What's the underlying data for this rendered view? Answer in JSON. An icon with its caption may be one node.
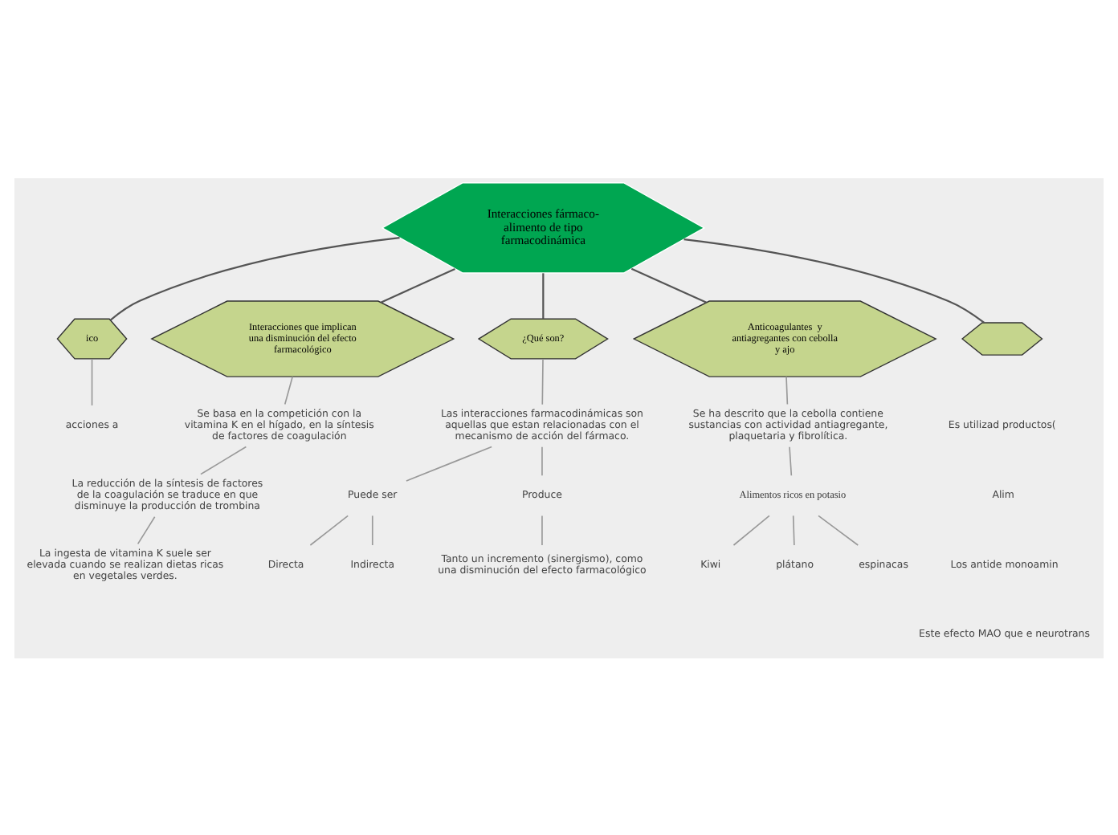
{
  "diagram": {
    "nodes": [
      {
        "text": [
          "Interacciones fármaco-alimento de tipo farmacodinámica"
        ]
      },
      {
        "text": [
          "ico"
        ]
      },
      {
        "text": [
          "acciones a"
        ]
      },
      {
        "text": [
          "Interacciones que implican una disminución del efecto farmacológico"
        ]
      },
      {
        "text": [
          "Se basa en la competición con la vitamina K en el hígado, en la síntesis de factores de coagulación"
        ]
      },
      {
        "text": [
          "La reducción de la síntesis de factores de la coagulación se traduce en que disminuye la producción de trombina"
        ]
      },
      {
        "text": [
          "La ingesta de vitamina K suele ser elevada cuando se realizan dietas ricas en vegetales verdes."
        ]
      },
      {
        "text": [
          "¿Qué son?"
        ]
      },
      {
        "text": [
          "Las interacciones farmacodinámicas son aquellas que estan relacionadas con el mecanismo de acción del fármaco."
        ]
      },
      {
        "text": [
          "Puede ser"
        ]
      },
      {
        "text": [
          "Produce"
        ]
      },
      {
        "text": [
          "Directa"
        ]
      },
      {
        "text": [
          "Indirecta"
        ]
      },
      {
        "text": [
          "Tanto un incremento (sinergismo), como una disminución del efecto farmacológico"
        ]
      },
      {
        "text": [
          "Anticoagulantes  y antiagregantes con cebolla y ajo"
        ]
      },
      {
        "text": [
          "Se ha descrito que la cebolla contiene sustancias con actividad antiagregante, plaquetaria y fibrolítica."
        ]
      },
      {
        "text": [
          "Alimentos ricos en potasio"
        ]
      },
      {
        "text": [
          "Kiwi"
        ]
      },
      {
        "text": [
          "plátano"
        ]
      },
      {
        "text": [
          "espinacas"
        ]
      },
      {
        "text": [],
        "shape": "hexagon"
      },
      {
        "text": [
          "Es utilizad productos("
        ]
      },
      {
        "text": [
          "Alim"
        ]
      },
      {
        "text": [
          "Los antide monoamin"
        ]
      },
      {
        "text": [
          "Este efecto MAO que e neurotrans"
        ]
      }
    ],
    "edges": [
      {
        "from": 0,
        "to": 1,
        "arrow": "none"
      },
      {
        "from": 0,
        "to": 3,
        "arrow": "none"
      },
      {
        "from": 0,
        "to": 7,
        "arrow": "none"
      },
      {
        "from": 0,
        "to": 14,
        "arrow": "none"
      },
      {
        "from": 0,
        "to": 20,
        "arrow": "none"
      },
      {
        "from": 1,
        "to": 2,
        "arrow": "none"
      },
      {
        "from": 3,
        "to": 4,
        "arrow": "none"
      },
      {
        "from": 4,
        "to": 5,
        "arrow": "none"
      },
      {
        "from": 5,
        "to": 6,
        "arrow": "none"
      },
      {
        "from": 7,
        "to": 8,
        "arrow": "none"
      },
      {
        "from": 8,
        "to": 9,
        "arrow": "none"
      },
      {
        "from": 8,
        "to": 10,
        "arrow": "none"
      },
      {
        "from": 9,
        "to": 11,
        "arrow": "none"
      },
      {
        "from": 9,
        "to": 12,
        "arrow": "none"
      },
      {
        "from": 10,
        "to": 13,
        "arrow": "none"
      },
      {
        "from": 14,
        "to": 15,
        "arrow": "none"
      },
      {
        "from": 15,
        "to": 16,
        "arrow": "none"
      },
      {
        "from": 16,
        "to": 17,
        "arrow": "none"
      },
      {
        "from": 16,
        "to": 18,
        "arrow": "none"
      },
      {
        "from": 16,
        "to": 19,
        "arrow": "none"
      }
    ]
  }
}
